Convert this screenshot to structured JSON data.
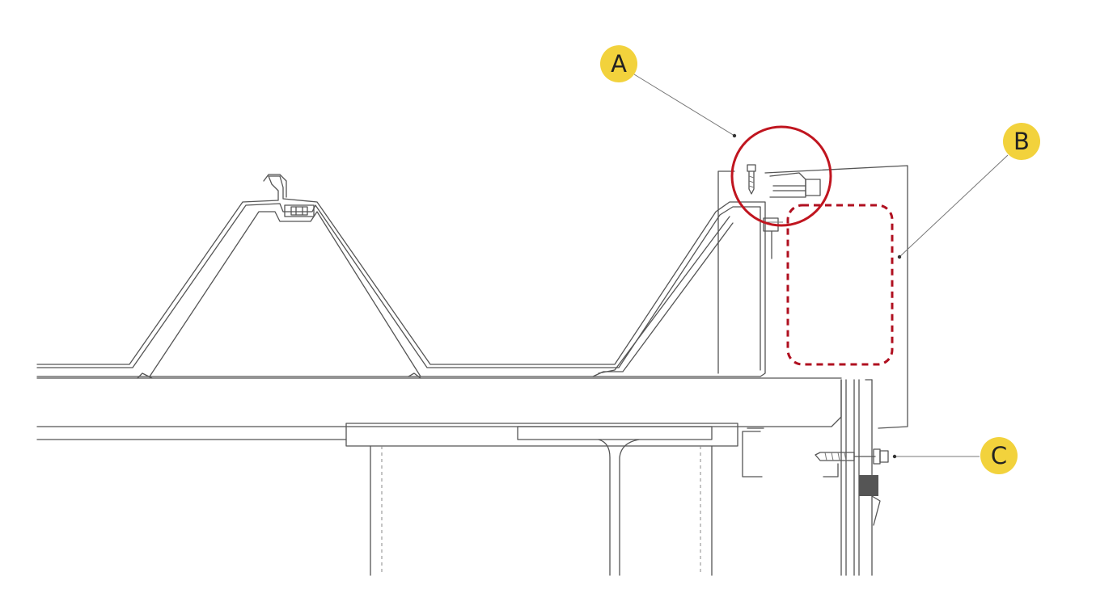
{
  "colors": {
    "line": "#555555",
    "badge": "#F2D23C",
    "highlight_circle": "#C0151F",
    "highlight_box": "#B01020",
    "label_text": "#222222"
  },
  "callouts": [
    {
      "id": "A",
      "label": "A"
    },
    {
      "id": "B",
      "label": "B"
    },
    {
      "id": "C",
      "label": "C"
    }
  ]
}
